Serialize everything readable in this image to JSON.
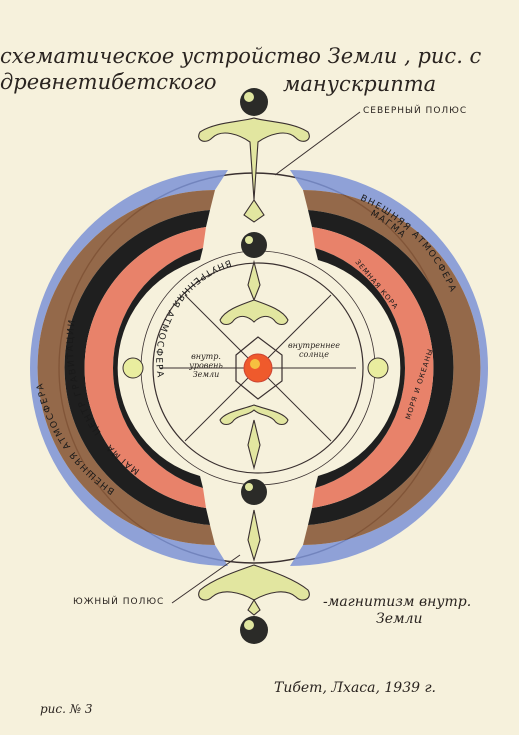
{
  "title": {
    "line1": "схематическое устройство Земли , рис. с",
    "line2": "древнетибетского",
    "line3": "манускрипта"
  },
  "labels": {
    "north_pole": "СЕВЕРНЫЙ ПОЛЮС",
    "south_pole": "ЮЖНЫЙ ПОЛЮС",
    "inner_sun": "внутреннее солнце",
    "inner_level": "внутр. уровень Земли",
    "magnetism_1": "-магнитизм внутр.",
    "magnetism_2": "Земли",
    "outer_atmo_left": "ВНЕШНЯЯ АТМОСФЕРА",
    "magma_left": "МАГМА - ЦЕНТР ГРАВИТАЦИИ",
    "inner_atmo": "ВНУТРЕННЯЯ АТМОСФЕРА",
    "outer_atmo_right": "ВНЕШНЯЯ АТМОСФЕРА",
    "crust": "ЗЕМНАЯ КОРА",
    "magma_right": "МАГМА",
    "seas": "МОРЯ И ОКЕАНЫ",
    "place_date": "Тибет, Лхаса, 1939 г.",
    "fig_no": "рис. № 3"
  }
}
